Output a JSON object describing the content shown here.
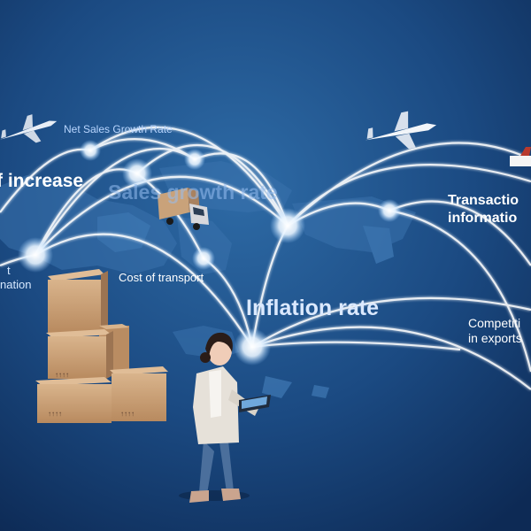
{
  "labels": {
    "net_sales_growth_rate": "Net Sales Growth Rate",
    "rate_of_increase": "f increase",
    "sales_growth_rate": "Sales growth rate",
    "market_left_1": "t",
    "market_left_2": "nation",
    "cost_of_transport": "Cost of transport",
    "inflation_rate": "Inflation rate",
    "transaction_1": "Transactio",
    "transaction_2": "informatio",
    "competition_1": "Competiti",
    "competition_2": "in exports"
  },
  "box_markings": "↑↑↑↑",
  "colors": {
    "background": "#0f2f5c",
    "glow": "#ffffff",
    "continent": "#2e6299",
    "box": "#c49a70"
  }
}
